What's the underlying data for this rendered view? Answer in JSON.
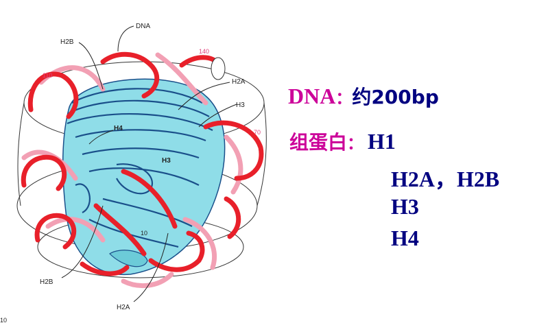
{
  "diagram_labels": {
    "dna": "DNA",
    "h2b_top": "H2B",
    "h2a_top": "H2A",
    "h3_top": "H3",
    "h4": "H4",
    "h3_center": "H3",
    "h2b_bottom": "H2B",
    "h2a_bottom": "H2A",
    "n140": "140",
    "n110": "110",
    "n70": "70",
    "n10": "10",
    "corner": "10"
  },
  "info": {
    "dna_label": "DNA",
    "dna_sep": "：",
    "dna_value": "约200bp",
    "histone_label": "组蛋白",
    "histone_sep": "：",
    "h1": "H1",
    "h2a_h2b": "H2A，H2B",
    "h3": "H3",
    "h4": "H4"
  },
  "colors": {
    "dna_label": "#cc0099",
    "value_text": "#000080",
    "ribbon_red": "#e8202a",
    "ribbon_pink": "#f2a0b4",
    "histone_core": "#8fdde8",
    "histone_outline": "#1a4f8a"
  }
}
